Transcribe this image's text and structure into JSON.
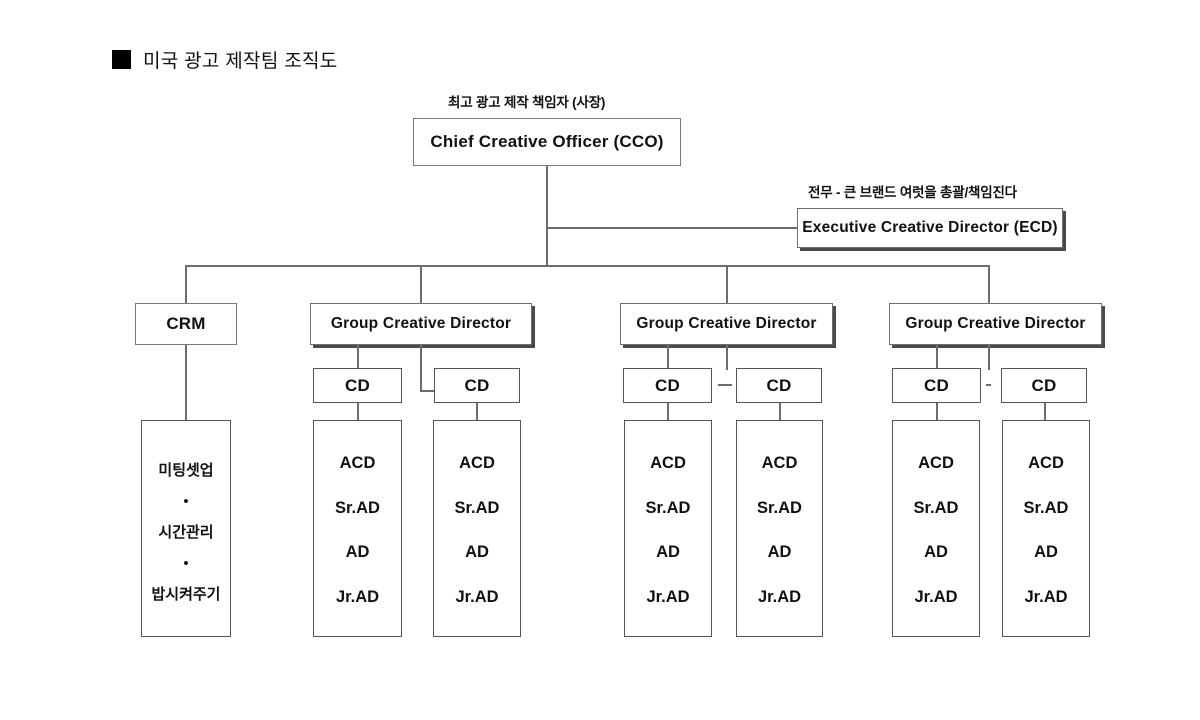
{
  "page": {
    "title_bullet": "■",
    "title": "미국 광고 제작팀 조직도",
    "background": "#ffffff",
    "line_color": "#6d6d6d",
    "text_color": "#111111"
  },
  "nodes": {
    "cco": {
      "caption": "최고 광고 제작 책임자 (사장)",
      "label": "Chief Creative Officer (CCO)"
    },
    "ecd": {
      "caption": "전무 - 큰 브랜드 여럿을 총괄/책임진다",
      "label": "Executive Creative Director (ECD)"
    },
    "crm": {
      "label": "CRM",
      "duties": [
        "미팅셋업",
        "•",
        "시간관리",
        "•",
        "밥시켜주기"
      ]
    },
    "gcd_label": "Group Creative Director",
    "cd_label": "CD",
    "team_roles": [
      "ACD",
      "Sr.AD",
      "AD",
      "Jr.AD"
    ],
    "groups": [
      {
        "gcd": "Group Creative Director",
        "cds": [
          "CD",
          "CD"
        ]
      },
      {
        "gcd": "Group Creative Director",
        "cds": [
          "CD",
          "CD"
        ]
      },
      {
        "gcd": "Group Creative Director",
        "cds": [
          "CD",
          "CD"
        ]
      }
    ]
  },
  "chart_data": {
    "type": "table",
    "title": "미국 광고 제작팀 조직도",
    "levels": [
      {
        "level": 1,
        "nodes": [
          "Chief Creative Officer (CCO)"
        ]
      },
      {
        "level": 2,
        "nodes": [
          "Executive Creative Director (ECD)"
        ]
      },
      {
        "level": 3,
        "nodes": [
          "CRM",
          "Group Creative Director",
          "Group Creative Director",
          "Group Creative Director"
        ]
      },
      {
        "level": 4,
        "nodes": [
          "CD",
          "CD",
          "CD",
          "CD",
          "CD",
          "CD"
        ]
      },
      {
        "level": 5,
        "nodes": [
          "ACD / Sr.AD / AD / Jr.AD"
        ]
      }
    ]
  }
}
